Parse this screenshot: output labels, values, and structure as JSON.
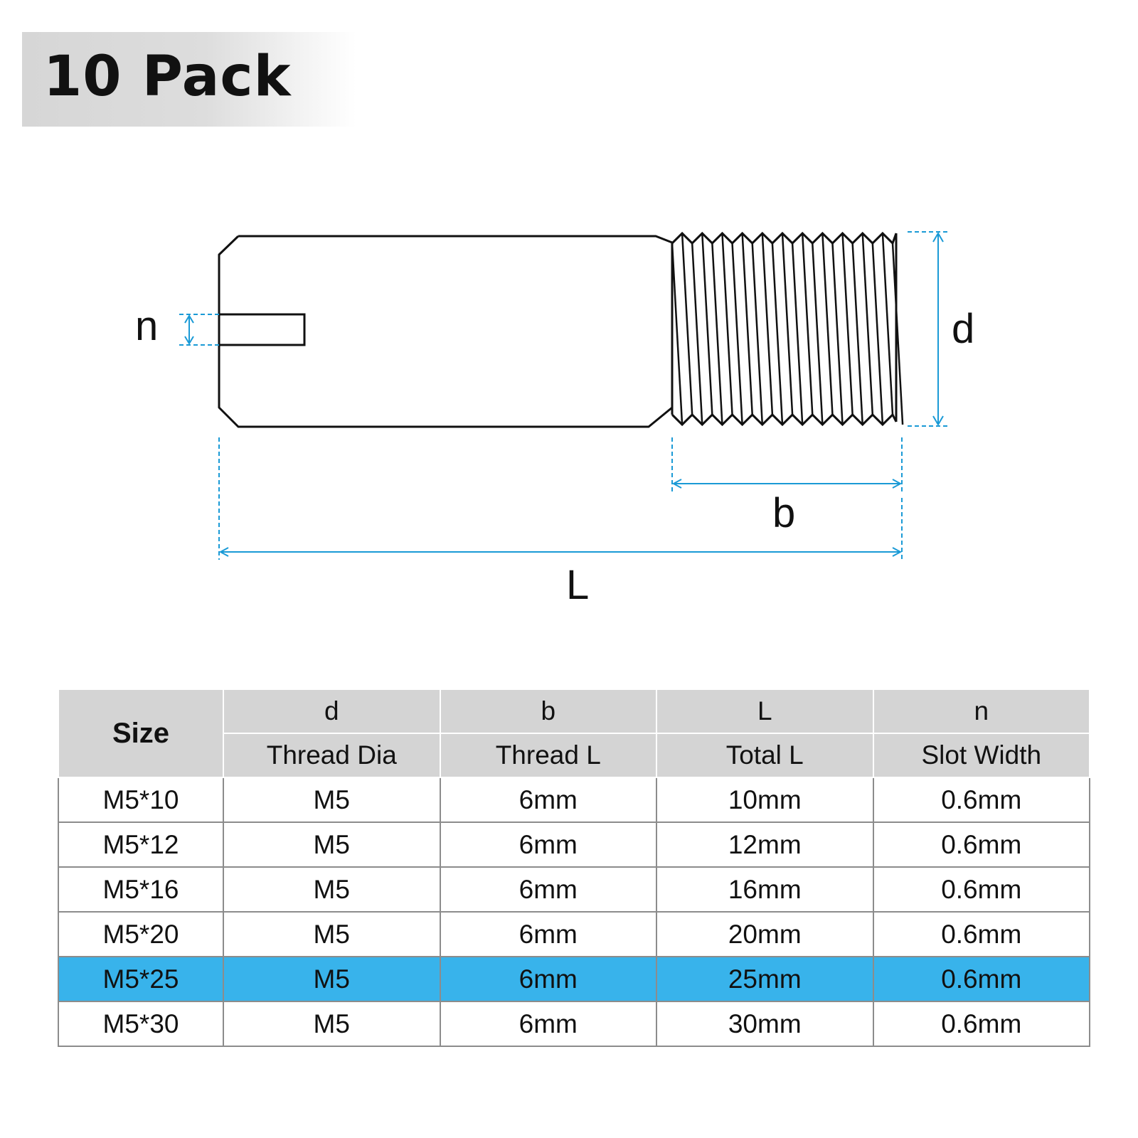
{
  "banner": {
    "title": "10 Pack"
  },
  "diagram": {
    "labels": {
      "n": "n",
      "d": "d",
      "b": "b",
      "L": "L"
    },
    "colors": {
      "outline": "#111111",
      "dimension": "#1a9ad6"
    }
  },
  "table": {
    "size_header": "Size",
    "columns": [
      {
        "symbol": "d",
        "name": "Thread Dia"
      },
      {
        "symbol": "b",
        "name": "Thread L"
      },
      {
        "symbol": "L",
        "name": "Total L"
      },
      {
        "symbol": "n",
        "name": "Slot Width"
      }
    ],
    "rows": [
      {
        "size": "M5*10",
        "d": "M5",
        "b": "6mm",
        "L": "10mm",
        "n": "0.6mm",
        "highlighted": false
      },
      {
        "size": "M5*12",
        "d": "M5",
        "b": "6mm",
        "L": "12mm",
        "n": "0.6mm",
        "highlighted": false
      },
      {
        "size": "M5*16",
        "d": "M5",
        "b": "6mm",
        "L": "16mm",
        "n": "0.6mm",
        "highlighted": false
      },
      {
        "size": "M5*20",
        "d": "M5",
        "b": "6mm",
        "L": "20mm",
        "n": "0.6mm",
        "highlighted": false
      },
      {
        "size": "M5*25",
        "d": "M5",
        "b": "6mm",
        "L": "25mm",
        "n": "0.6mm",
        "highlighted": true
      },
      {
        "size": "M5*30",
        "d": "M5",
        "b": "6mm",
        "L": "30mm",
        "n": "0.6mm",
        "highlighted": false
      }
    ],
    "highlight_color": "#38b3eb"
  }
}
